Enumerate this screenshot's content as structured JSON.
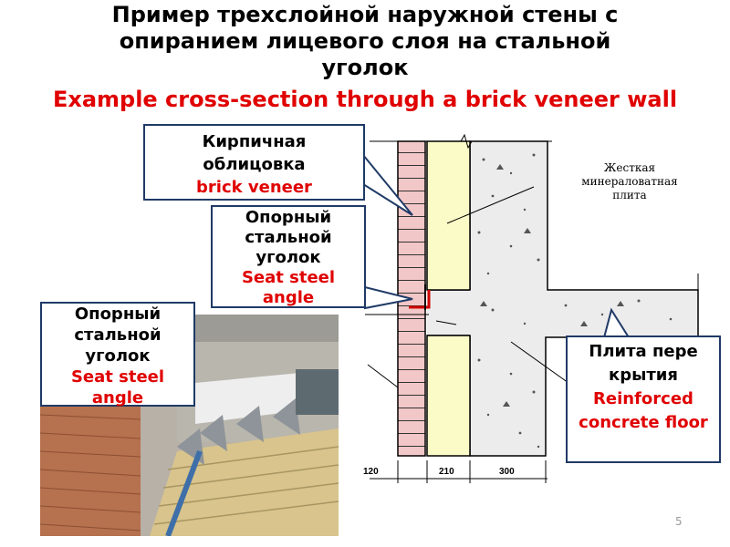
{
  "title": {
    "line1": "Пример трехслойной наружной стены с",
    "line2": "опиранием  лицевого слоя на стальной",
    "line3": "уголок",
    "en": "Example cross-section through a brick veneer wall"
  },
  "callouts": {
    "veneer": {
      "ru": "Кирпичная облицовка",
      "en": "brick veneer"
    },
    "angle_top": {
      "ru": "Опорный стальной уголок",
      "en": "Seat steel angle"
    },
    "angle_photo": {
      "ru": "Опорный стальной уголок",
      "en": "Seat steel angle"
    },
    "slab": {
      "ru": "Плита перекрытия",
      "en": "Reinforced concrete floor"
    }
  },
  "drawing": {
    "label": "Жесткая минераловатная плита",
    "dims": [
      "120",
      "210",
      "300"
    ]
  },
  "slide_number": "5",
  "colors": {
    "accent_red": "#e00000",
    "callout_border": "#1f3a66",
    "insulation": "#fbfbc8",
    "brick": "#f2c7c7"
  }
}
